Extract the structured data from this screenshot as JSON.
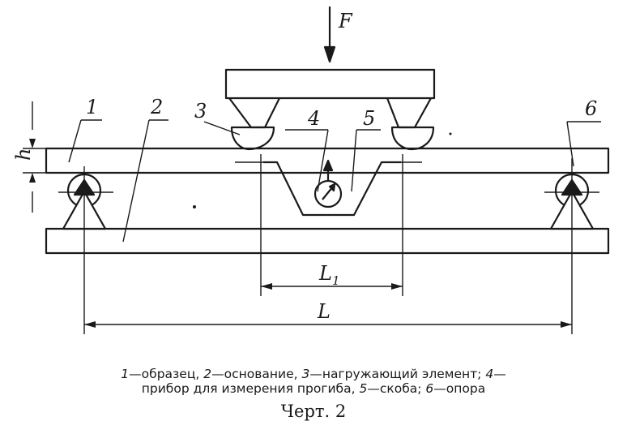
{
  "diagram": {
    "labels": {
      "force": "F",
      "thickness": "h",
      "l1": "L",
      "l1_sub": "1",
      "l": "L",
      "n1": "1",
      "n2": "2",
      "n3": "3",
      "n4": "4",
      "n5": "5",
      "n6": "6"
    }
  },
  "caption": {
    "items": [
      {
        "num": "1",
        "text": "—образец, "
      },
      {
        "num": "2",
        "text": "—основание, "
      },
      {
        "num": "3",
        "text": "—нагружающий элемент; "
      },
      {
        "num": "4",
        "text": "—"
      },
      {
        "line2_text": "прибор для измерения прогиба, "
      },
      {
        "num": "5",
        "text": "—скоба; "
      },
      {
        "num": "6",
        "text": "—опора"
      }
    ],
    "title": "Черт. 2"
  }
}
